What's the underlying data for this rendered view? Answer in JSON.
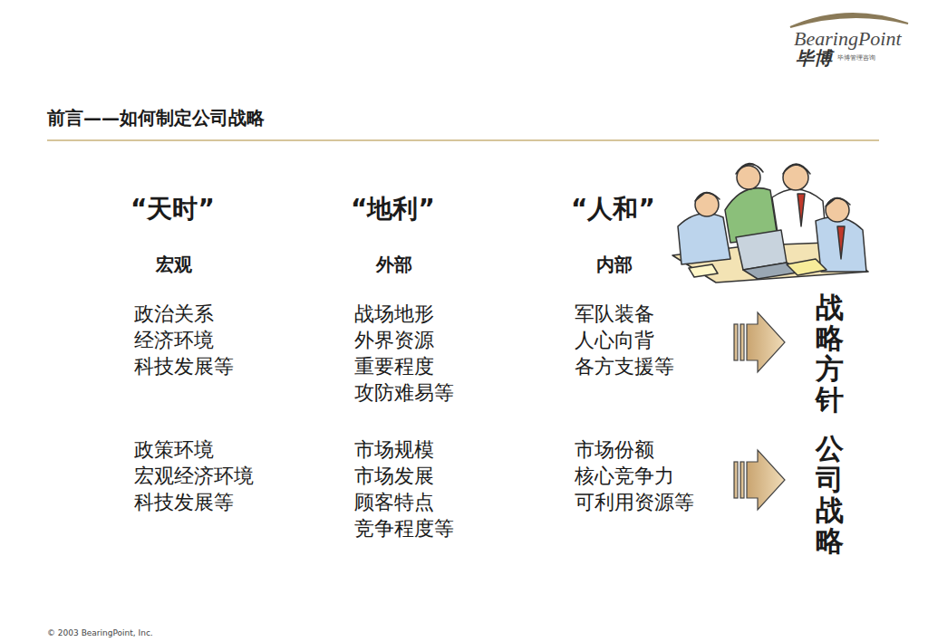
{
  "diagram": {
    "title": "前言——如何制定公司战略",
    "labels": [
      "BearingPoint",
      "毕博",
      "毕博管理咨询",
      "“天时”",
      "“地利”",
      "“人和”",
      "宏观",
      "外部",
      "内部",
      "政治关系",
      "经济环境",
      "科技发展等",
      "战场地形",
      "外界资源",
      "重要程度",
      "攻防难易等",
      "军队装备",
      "人心向背",
      "各方支援等",
      "政策环境",
      "宏观经济环境",
      "科技发展等",
      "市场规模",
      "市场发展",
      "顾客特点",
      "竞争程度等",
      "市场份额",
      "核心竞争力",
      "可利用资源等",
      "战略方针",
      "公司战略",
      "© 2003 BearingPoint, Inc."
    ]
  }
}
